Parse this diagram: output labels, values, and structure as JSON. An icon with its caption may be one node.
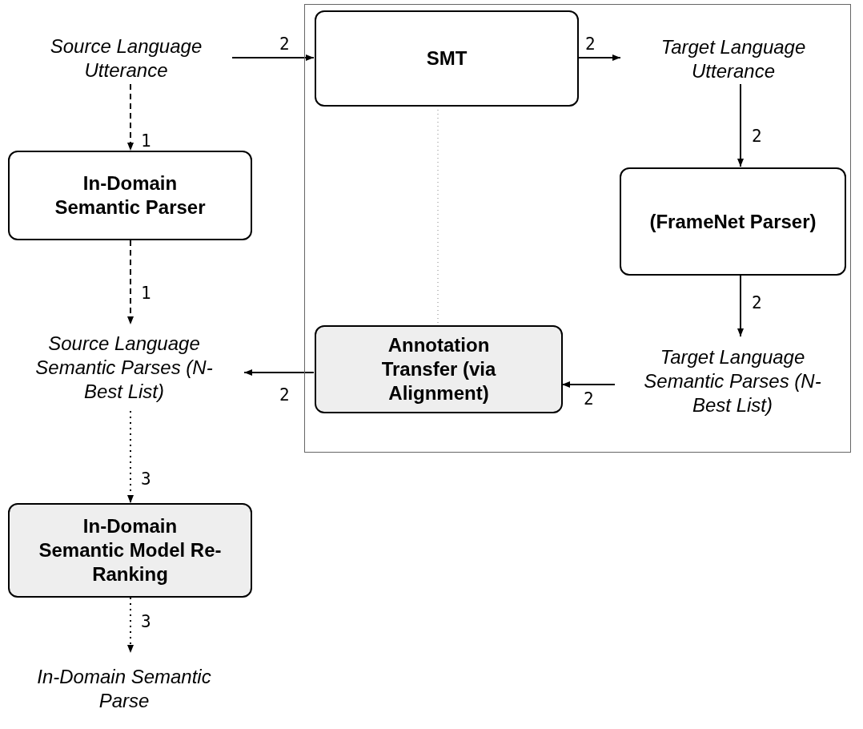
{
  "diagram": {
    "nodes": [
      {
        "text": [
          "Source Language Utterance"
        ]
      },
      {
        "text": [],
        "shape": "box"
      },
      {
        "text": [
          "SMT"
        ],
        "in": 1
      },
      {
        "text": [
          "Target Language Utterance"
        ],
        "in": 1
      },
      {
        "text": [
          "In-Domain Semantic Parser"
        ]
      },
      {
        "text": [
          "(FrameNet Parser)"
        ],
        "in": 1
      },
      {
        "text": [
          "Source Language Semantic Parses (N-Best List)"
        ]
      },
      {
        "text": [
          "Annotation Transfer (via Alignment)"
        ],
        "in": 1
      },
      {
        "text": [
          "Target Language Semantic Parses (N-Best List)"
        ],
        "in": 1
      },
      {
        "text": [
          "In-Domain Semantic Model Re-Ranking"
        ]
      },
      {
        "text": [
          "In-Domain Semantic Parse"
        ]
      }
    ],
    "edges": [
      {
        "from": 0,
        "to": 2,
        "arrow": "to",
        "label": "2"
      },
      {
        "from": 2,
        "to": 3,
        "arrow": "to",
        "label": "2"
      },
      {
        "from": 3,
        "to": 5,
        "arrow": "to",
        "label": "2"
      },
      {
        "from": 5,
        "to": 8,
        "arrow": "to",
        "label": "2"
      },
      {
        "from": 8,
        "to": 7,
        "arrow": "to",
        "label": "2"
      },
      {
        "from": 7,
        "to": 6,
        "arrow": "to",
        "label": "2"
      },
      {
        "from": 0,
        "to": 4,
        "arrow": "to",
        "label": "1",
        "style": "dashed"
      },
      {
        "from": 4,
        "to": 6,
        "arrow": "to",
        "label": "1",
        "style": "dashed"
      },
      {
        "from": 6,
        "to": 9,
        "arrow": "to",
        "label": "3",
        "style": "dashed"
      },
      {
        "from": 9,
        "to": 10,
        "arrow": "to",
        "label": "3",
        "style": "dashed"
      },
      {
        "from": 2,
        "to": 7,
        "arrow": "none",
        "style": "dashed",
        "color": "#999999"
      }
    ]
  }
}
